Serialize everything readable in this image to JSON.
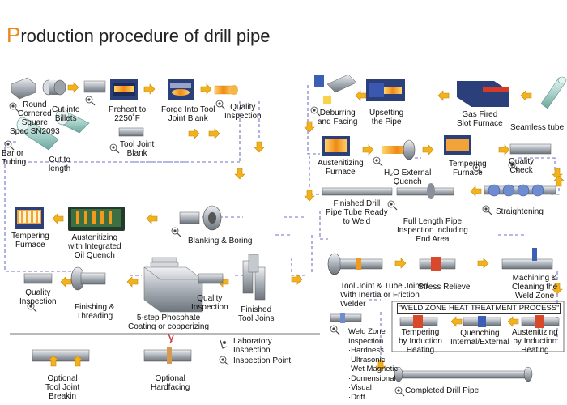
{
  "title": {
    "first_letter": "P",
    "rest": "roduction procedure of drill pipe"
  },
  "labels": {
    "round_cornered": "Round\nCornered\nSquare\nSpec SN2093",
    "cut_billets": "Cut into\nBillets",
    "preheat": "Preheat to\n2250˚F",
    "forge": "Forge Into Tool\nJoint Blank",
    "quality_inspection_1": "Quality\nInspection",
    "bar_tubing": "Bar or\nTubing",
    "cut_length": "Cut to\nlength",
    "tool_joint_blank": "Tool Joint\nBlank",
    "tempering_furnace_l": "Tempering\nFurnace",
    "austenitizing_oil": "Austenitizing\nwith Integrated\nOil Quench",
    "blanking": "Blanking & Boring",
    "quality_inspection_2": "Quality\nInspection",
    "finishing": "Finishing &\nThreading",
    "phosphate": "5-step Phosphate\nCoating or copperizing",
    "quality_inspection_3": "Quality\nInspection",
    "finished_joins": "Finished\nTool Joins",
    "deburring": "Deburring\nand Facing",
    "upsetting": "Upsetting\nthe Pipe",
    "gas_fired": "Gas Fired\nSlot Furnace",
    "seamless": "Seamless tube",
    "austenitizing_furnace": "Austenitizing\nFurnace",
    "h2o": "H₂O External\nQuench",
    "tempering_furnace_r": "Tempering\nFurnace",
    "quality_check": "Quality\nCheck",
    "finished_drill": "Finished Drill\nPipe Tube Ready\nto Weld",
    "full_length": "Full Length Pipe\nInspection including\nEnd Area",
    "straightening": "Straightening",
    "tool_joint_tube": "Tool Joint & Tube Joined\nWith Inertia or Friction\nWelder",
    "stress_relieve": "Stress Relieve",
    "machining": "Machining &\nCleaning the\nWeld Zone",
    "weld_zone_box": "\"WELD ZONE HEAT TREATMENT PROCESS\"",
    "tempering_induction": "Tempering\nby Induction\nHeating",
    "quenching": "Quenching\nInternal/External",
    "austenitizing_induction": "Austenitizing\nby Induction\nHeating",
    "optional_breakin": "Optional\nTool Joint\nBreakin",
    "optional_hardfacing": "Optional\nHardfacing",
    "lab_inspection": "Laboratory\nInspection",
    "inspection_point": "Inspection Point",
    "completed": "Completed Drill Pipe"
  },
  "weld_inspection": {
    "heading": "Weld Zone\nInspection",
    "items": [
      "·Hardness",
      "·Ultrasonic",
      "·Wet Magnetic",
      "·Domensional",
      "·Visual",
      "·Drift"
    ]
  },
  "colors": {
    "arrow": "#f2b21c",
    "arrow_edge": "#c8870a",
    "dash": "#6f73c9",
    "pipe": "#b9bcc2",
    "furnace": "#2b3f7a",
    "heat": "#f39a1e",
    "title_accent": "#e8891a"
  }
}
